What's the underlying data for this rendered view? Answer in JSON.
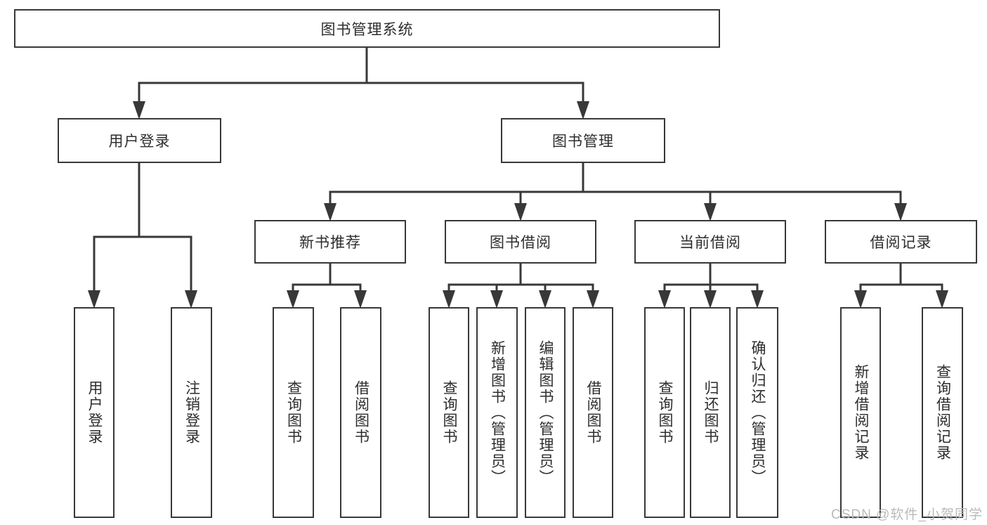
{
  "tree": {
    "root": {
      "label": "图书管理系统",
      "children": [
        {
          "label": "用户登录",
          "children": [
            {
              "label": "用户登录"
            },
            {
              "label": "注销登录"
            }
          ]
        },
        {
          "label": "图书管理",
          "children": [
            {
              "label": "新书推荐",
              "children": [
                {
                  "label": "查询图书"
                },
                {
                  "label": "借阅图书"
                }
              ]
            },
            {
              "label": "图书借阅",
              "children": [
                {
                  "label": "查询图书"
                },
                {
                  "label": "新增图书（管理员）"
                },
                {
                  "label": "编辑图书（管理员）"
                },
                {
                  "label": "借阅图书"
                }
              ]
            },
            {
              "label": "当前借阅",
              "children": [
                {
                  "label": "查询图书"
                },
                {
                  "label": "归还图书"
                },
                {
                  "label": "确认归还（管理员）"
                }
              ]
            },
            {
              "label": "借阅记录",
              "children": [
                {
                  "label": "新增借阅记录"
                },
                {
                  "label": "查询借阅记录"
                }
              ]
            }
          ]
        }
      ]
    }
  },
  "watermark": {
    "text": "CSDN @软件_小贺同学"
  },
  "colors": {
    "line": "#383838",
    "text": "#2d2d2d",
    "watermark": "#bababa",
    "background": "#ffffff"
  }
}
